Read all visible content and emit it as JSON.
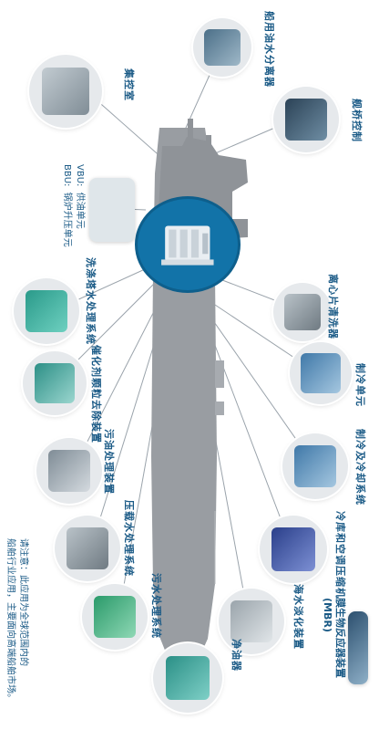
{
  "labels": {
    "oil_water_separator": "船用油水分离器",
    "bridge_control": "舰桥控制",
    "centralized_control_room": "集控室",
    "vbu_line1": "VBU:",
    "vbu_line2": "供油单元",
    "bbu_line1": "BBU:",
    "bbu_line2": "锅炉升压单元",
    "centrifugal_cleaner": "离心片清洗器",
    "scrubber_wash_water": "洗涤塔水处理系统",
    "catalyst_removal": "催化剂颗粒去除装置",
    "refrigeration_unit": "制冷单元",
    "sludge_treatment": "污油处理装置",
    "refrigeration_aircon": "制冷及冷却系统",
    "ballast_water": "压载水处理系统",
    "cold_storage_ac_compressor": "冷库和空调压缩机",
    "sewage_treatment": "污水处理系统",
    "fresh_water_generator": "海水淡化装置",
    "mbr_line1": "膜生物反应器装置",
    "mbr_line2": "(MBR)",
    "oil_purifier": "净油器"
  },
  "footnote": {
    "line1": "请注意：此应用为全球范围内的",
    "line2": "船舶行业应用，主要面向高端船舶市场。"
  },
  "colors": {
    "accent": "#1273a8",
    "label_text": "#1a5a86",
    "ship_gray": "#999da2",
    "connector": "#9aa3ab"
  }
}
